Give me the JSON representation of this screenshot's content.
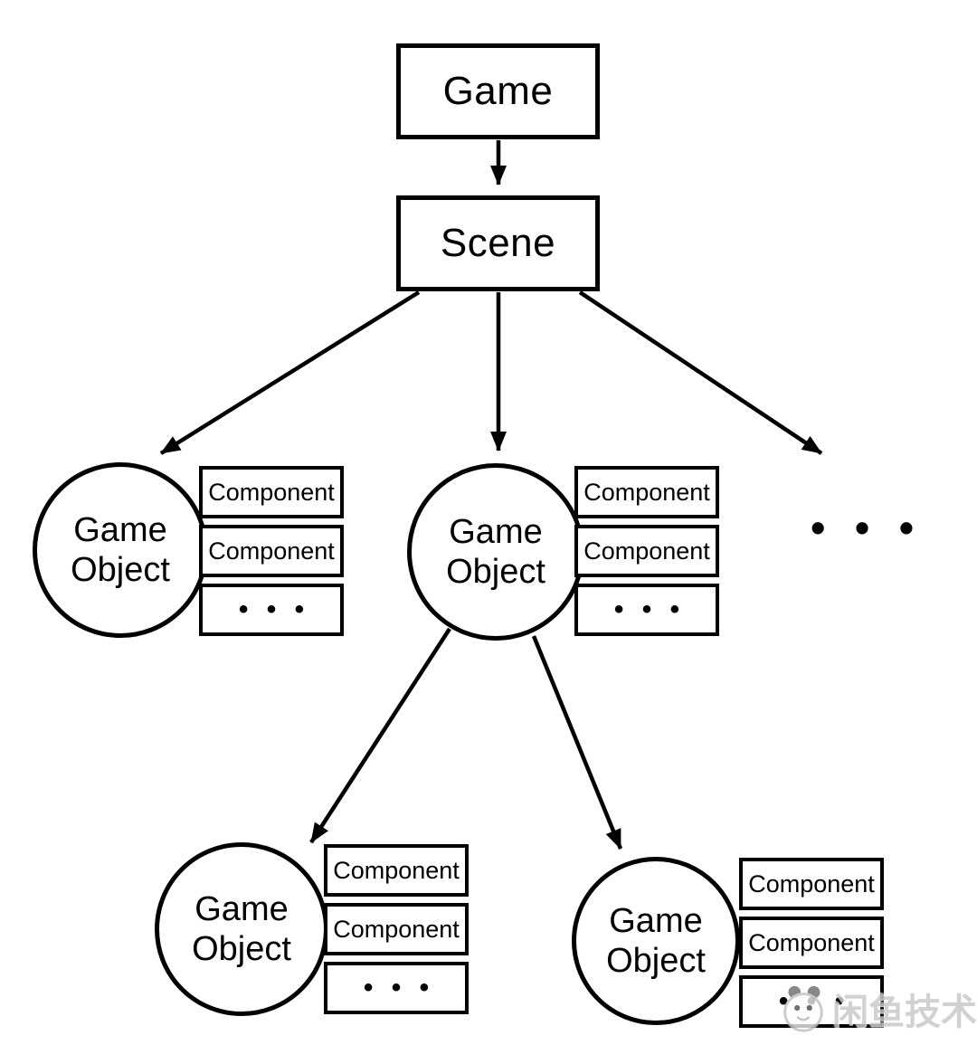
{
  "canvas": {
    "background": "#ffffff",
    "line_color": "#000000",
    "watermark_color": "#bbbbbb"
  },
  "nodes": {
    "game": "Game",
    "scene": "Scene",
    "game_object_line1": "Game",
    "game_object_line2": "Object",
    "component": "Component",
    "more_components": "• • •",
    "more_objects": "• • •"
  },
  "watermark": {
    "text": "闲鱼技术",
    "logo_icon": "fish-mascot-icon"
  }
}
